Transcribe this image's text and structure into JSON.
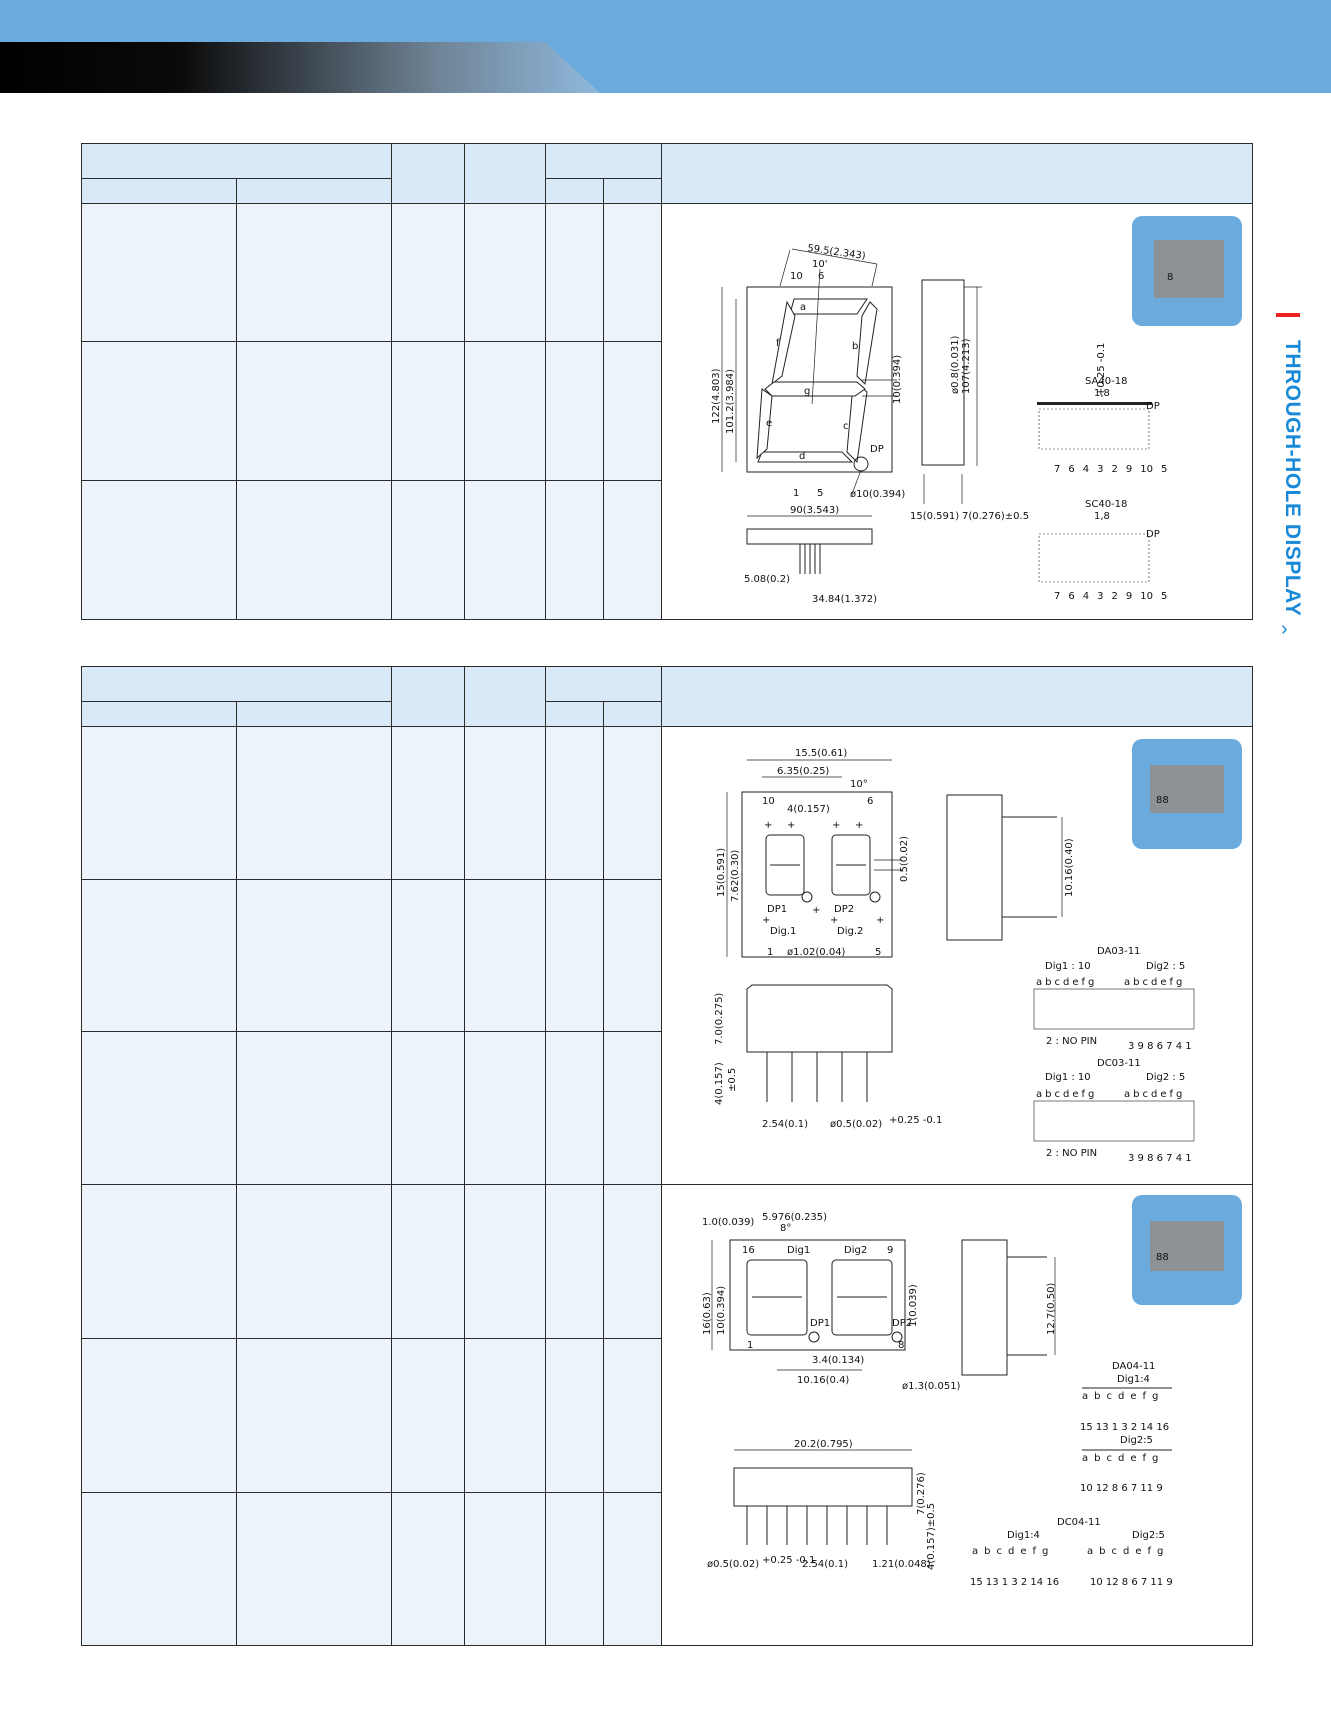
{
  "banner": {},
  "side": {
    "label": "THROUGH-HOLE DISPLAY",
    "chevron": "›",
    "accent": "#e22222",
    "text_color": "#1a8ad8"
  },
  "table1": {
    "rows": 3,
    "drawing": {
      "dims": {
        "top_width": "59.5(2.343)",
        "angle": "10'",
        "pin10": "10",
        "pin6": "6",
        "height": "122(4.803)",
        "inner_height": "101.2(3.984)",
        "seg_w": "10(0.394)",
        "pin_dia": "ø0.8(0.031)",
        "pin_tol": "+0.25 -0.1",
        "depth": "107(4.213)",
        "pin1": "1",
        "pin5": "5",
        "dp_dia": "ø10(0.394)",
        "dp": "DP",
        "width": "90(3.543)",
        "side_a": "15(0.591)",
        "side_b": "7(0.276)±0.5",
        "pitch": "5.08(0.2)",
        "span": "34.84(1.372)"
      },
      "seg_labels": [
        "a",
        "b",
        "c",
        "d",
        "e",
        "f",
        "g"
      ],
      "circuit1": {
        "title": "SA40-18",
        "common": "1,8",
        "pins": [
          "7",
          "6",
          "4",
          "3",
          "2",
          "9",
          "10",
          "5"
        ],
        "dp": "DP"
      },
      "circuit2": {
        "title": "SC40-18",
        "common": "1,8",
        "pins": [
          "7",
          "6",
          "4",
          "3",
          "2",
          "9",
          "10",
          "5"
        ],
        "dp": "DP"
      }
    }
  },
  "table2": {
    "rows": 6,
    "drawingA": {
      "dims": {
        "w": "15.5(0.61)",
        "w2": "6.35(0.25)",
        "ang": "10°",
        "pin10": "10",
        "pin6": "6",
        "w3": "4(0.157)",
        "h": "15(0.591)",
        "h2": "7.62(0.30)",
        "seg": "0.5(0.02)",
        "dp1": "DP1",
        "dp2": "DP2",
        "dig1": "Dig.1",
        "dig2": "Dig.2",
        "pin1": "1",
        "pin5": "5",
        "dp_dia": "ø1.02(0.04)",
        "side_h": "10.16(0.40)",
        "body_h": "7.0(0.275)",
        "lead": "4(0.157)",
        "lead_tol": "±0.5",
        "pitch": "2.54(0.1)",
        "pin_dia": "ø0.5(0.02)",
        "pin_tol": "+0.25 -0.1"
      },
      "c1": {
        "title": "DA03-11",
        "dig1": "Dig1 : 10",
        "dig2": "Dig2 : 5",
        "segs": [
          "a",
          "b",
          "c",
          "d",
          "e",
          "f",
          "g"
        ],
        "nopin": "2 : NO PIN",
        "pins": "3 9 8 6 7 4 1"
      },
      "c2": {
        "title": "DC03-11",
        "dig1": "Dig1 : 10",
        "dig2": "Dig2 : 5",
        "segs": [
          "a",
          "b",
          "c",
          "d",
          "e",
          "f",
          "g"
        ],
        "nopin": "2 : NO PIN",
        "pins": "3 9 8 6 7 4 1"
      }
    },
    "drawingB": {
      "dims": {
        "a": "1.0(0.039)",
        "b": "5.976(0.235)",
        "ang": "8°",
        "pin16": "16",
        "dig1": "Dig1",
        "dig2": "Dig2",
        "pin9": "9",
        "h": "16(0.63)",
        "h2": "10(0.394)",
        "seg": "1(0.039)",
        "dp1": "DP1",
        "dp2": "DP2",
        "pin1": "1",
        "pin8": "8",
        "s": "3.4(0.134)",
        "w": "10.16(0.4)",
        "dp_dia": "ø1.3(0.051)",
        "side_h": "12.7(0.50)",
        "width": "20.2(0.795)",
        "body_h": "7(0.276)",
        "lead": "4(0.157)±0.5",
        "pin_dia": "ø0.5(0.02)",
        "pin_tol": "+0.25 -0.1",
        "pitch": "2.54(0.1)",
        "off": "1.21(0.048)"
      },
      "da": {
        "title": "DA04-11",
        "d1": "Dig1:4",
        "d1pins": "15 13 1 3 2 14 16",
        "d2": "Dig2:5",
        "d2pins": "10 12 8 6 7 11 9"
      },
      "dc": {
        "title": "DC04-11",
        "d1": "Dig1:4",
        "d1pins": "15 13 1 3 2 14 16",
        "d2": "Dig2:5",
        "d2pins": "10 12 8 6 7 11 9"
      },
      "segs": [
        "a",
        "b",
        "c",
        "d",
        "e",
        "f",
        "g"
      ]
    }
  }
}
